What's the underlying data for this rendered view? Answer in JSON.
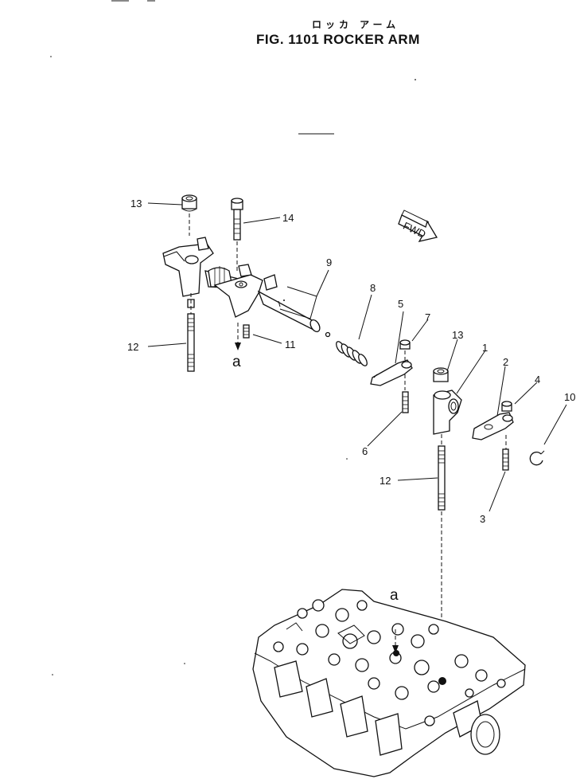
{
  "header": {
    "title_jp": "ロッカ アーム",
    "title": "FIG. 1101  ROCKER ARM"
  },
  "direction_marker": "FWD",
  "reference_marks": [
    {
      "label": "a"
    },
    {
      "label": "a"
    }
  ],
  "callouts": [
    {
      "number": "1"
    },
    {
      "number": "2"
    },
    {
      "number": "3"
    },
    {
      "number": "4"
    },
    {
      "number": "5"
    },
    {
      "number": "6"
    },
    {
      "number": "7"
    },
    {
      "number": "8"
    },
    {
      "number": "9"
    },
    {
      "number": "10"
    },
    {
      "number": "11"
    },
    {
      "number": "12"
    },
    {
      "number": "12"
    },
    {
      "number": "13"
    },
    {
      "number": "13"
    },
    {
      "number": "14"
    }
  ]
}
